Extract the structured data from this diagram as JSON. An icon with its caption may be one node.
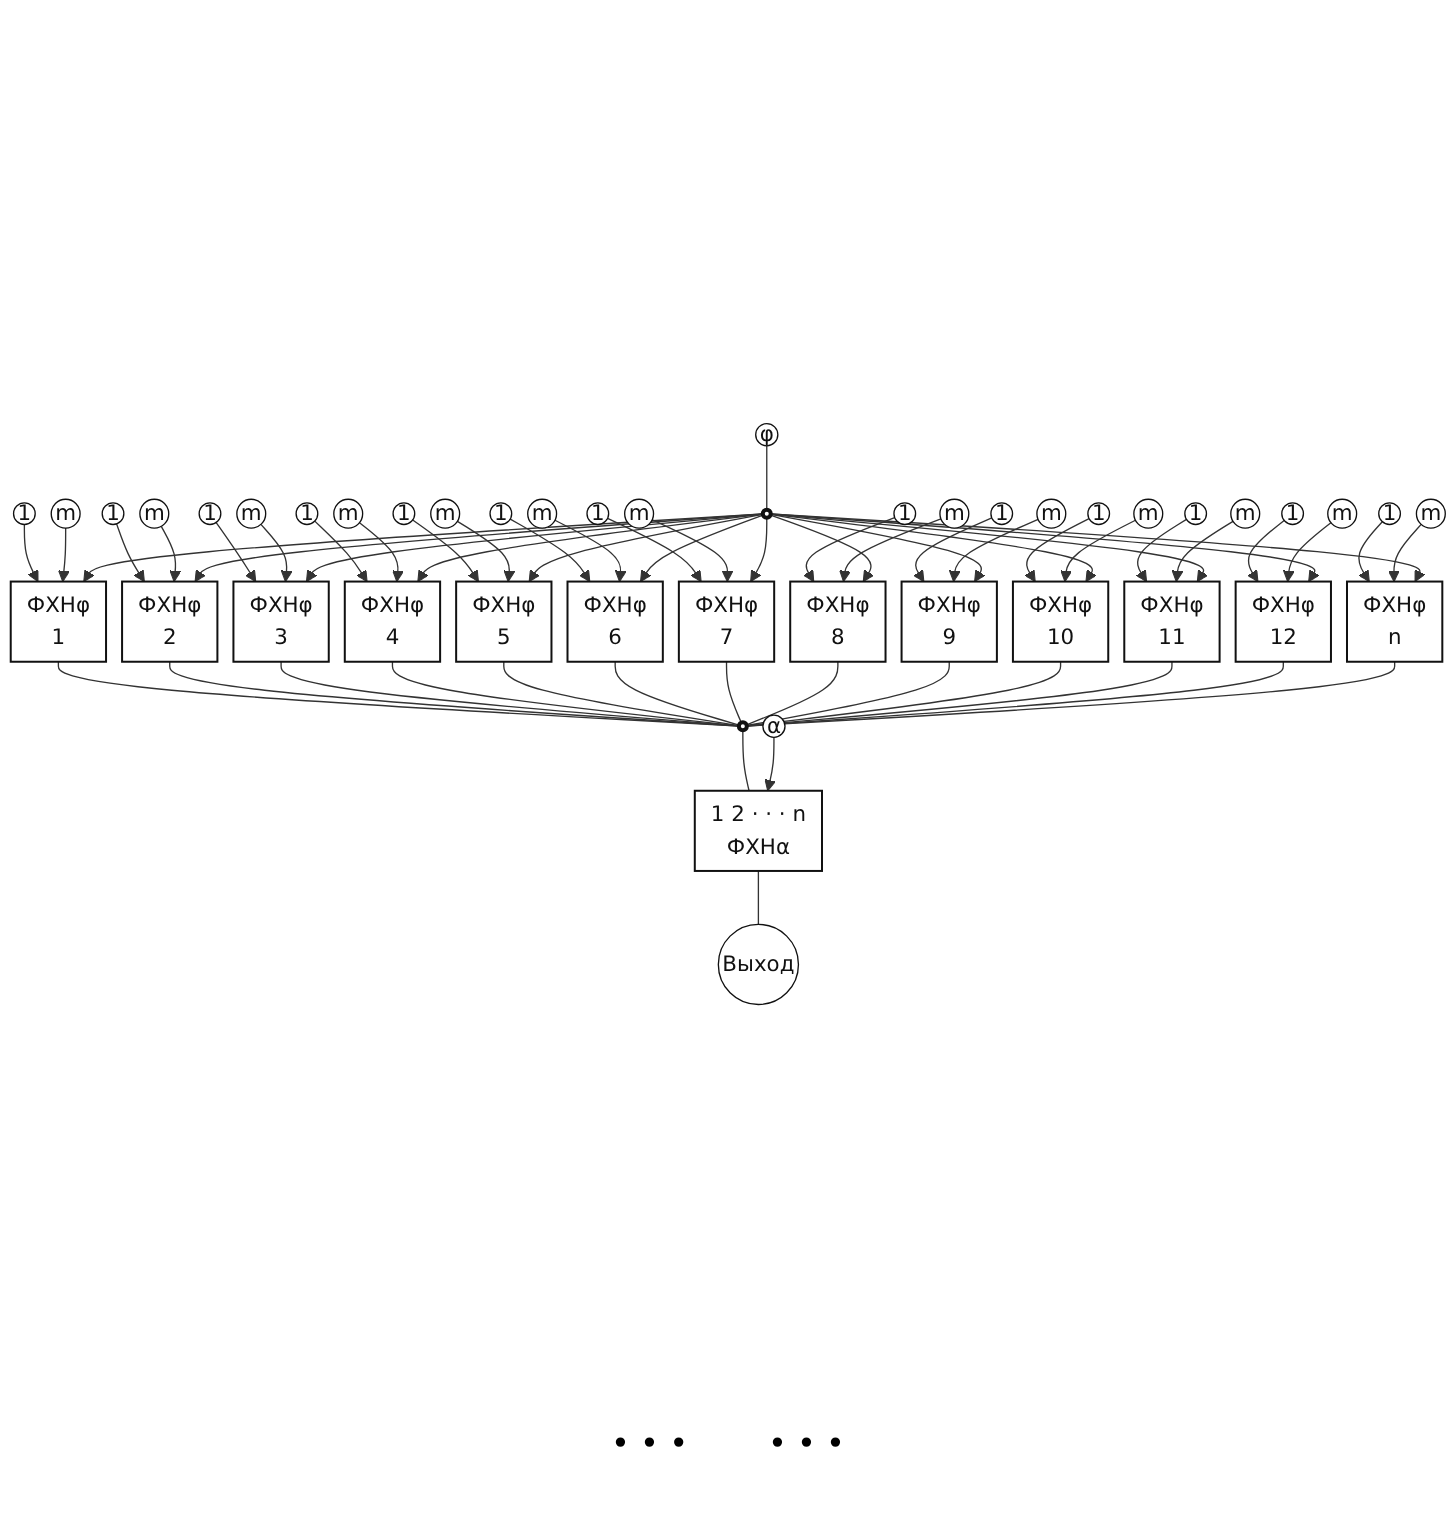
{
  "diagram": {
    "nodes": [
      {
        "text": [],
        "shape": "circle"
      },
      {
        "text": [],
        "shape": "circle"
      },
      {
        "text": [
          "1 2 · · · n",
          "ФХНα"
        ]
      },
      {
        "text": [
          "α"
        ]
      },
      {
        "text": [
          "Выход"
        ]
      },
      {
        "text": [
          "φ"
        ]
      },
      {
        "text": [
          "ФХНφ",
          "1"
        ]
      },
      {
        "text": [
          "1"
        ]
      },
      {
        "text": [
          "m"
        ]
      },
      {
        "text": [
          "ФХНφ",
          "2"
        ]
      },
      {
        "text": [
          "1"
        ]
      },
      {
        "text": [
          "m"
        ]
      },
      {
        "text": [
          "ФХНφ",
          "3"
        ]
      },
      {
        "text": [
          "1"
        ]
      },
      {
        "text": [
          "m"
        ]
      },
      {
        "text": [
          "ФХНφ",
          "4"
        ]
      },
      {
        "text": [
          "1"
        ]
      },
      {
        "text": [
          "m"
        ]
      },
      {
        "text": [
          "ФХНφ",
          "5"
        ]
      },
      {
        "text": [
          "1"
        ]
      },
      {
        "text": [
          "m"
        ]
      },
      {
        "text": [
          "ФХНφ",
          "6"
        ]
      },
      {
        "text": [
          "1"
        ]
      },
      {
        "text": [
          "m"
        ]
      },
      {
        "text": [
          "ФХНφ",
          "7"
        ]
      },
      {
        "text": [
          "1"
        ]
      },
      {
        "text": [
          "m"
        ]
      },
      {
        "text": [
          "ФХНφ",
          "8"
        ]
      },
      {
        "text": [
          "1"
        ]
      },
      {
        "text": [
          "m"
        ]
      },
      {
        "text": [
          "ФХНφ",
          "9"
        ]
      },
      {
        "text": [
          "1"
        ]
      },
      {
        "text": [
          "m"
        ]
      },
      {
        "text": [
          "ФХНφ",
          "10"
        ]
      },
      {
        "text": [
          "1"
        ]
      },
      {
        "text": [
          "m"
        ]
      },
      {
        "text": [
          "ФХНφ",
          "11"
        ]
      },
      {
        "text": [
          "1"
        ]
      },
      {
        "text": [
          "m"
        ]
      },
      {
        "text": [
          "ФХНφ",
          "12"
        ]
      },
      {
        "text": [
          "1"
        ]
      },
      {
        "text": [
          "m"
        ]
      },
      {
        "text": [
          "ФХНφ",
          "n"
        ]
      },
      {
        "text": [
          "1"
        ]
      },
      {
        "text": [
          "m"
        ]
      }
    ],
    "edges": [
      {
        "from": 0,
        "to": 2,
        "arrow": "none"
      },
      {
        "from": 3,
        "to": 2,
        "arrow": "to"
      },
      {
        "from": 2,
        "to": 4,
        "arrow": "none"
      },
      {
        "from": 5,
        "to": 1,
        "arrow": "none"
      },
      {
        "from": 7,
        "to": 6,
        "arrow": "to"
      },
      {
        "from": 8,
        "to": 6,
        "arrow": "to"
      },
      {
        "from": 6,
        "to": 0,
        "arrow": "none"
      },
      {
        "from": 1,
        "to": 6,
        "arrow": "to"
      },
      {
        "from": 10,
        "to": 9,
        "arrow": "to"
      },
      {
        "from": 11,
        "to": 9,
        "arrow": "to"
      },
      {
        "from": 9,
        "to": 0,
        "arrow": "none"
      },
      {
        "from": 1,
        "to": 9,
        "arrow": "to"
      },
      {
        "from": 13,
        "to": 12,
        "arrow": "to"
      },
      {
        "from": 14,
        "to": 12,
        "arrow": "to"
      },
      {
        "from": 12,
        "to": 0,
        "arrow": "none"
      },
      {
        "from": 1,
        "to": 12,
        "arrow": "to"
      },
      {
        "from": 16,
        "to": 15,
        "arrow": "to"
      },
      {
        "from": 17,
        "to": 15,
        "arrow": "to"
      },
      {
        "from": 15,
        "to": 0,
        "arrow": "none"
      },
      {
        "from": 1,
        "to": 15,
        "arrow": "to"
      },
      {
        "from": 19,
        "to": 18,
        "arrow": "to"
      },
      {
        "from": 20,
        "to": 18,
        "arrow": "to"
      },
      {
        "from": 18,
        "to": 0,
        "arrow": "none"
      },
      {
        "from": 1,
        "to": 18,
        "arrow": "to"
      },
      {
        "from": 22,
        "to": 21,
        "arrow": "to"
      },
      {
        "from": 23,
        "to": 21,
        "arrow": "to"
      },
      {
        "from": 21,
        "to": 0,
        "arrow": "none"
      },
      {
        "from": 1,
        "to": 21,
        "arrow": "to"
      },
      {
        "from": 25,
        "to": 24,
        "arrow": "to"
      },
      {
        "from": 26,
        "to": 24,
        "arrow": "to"
      },
      {
        "from": 24,
        "to": 0,
        "arrow": "none"
      },
      {
        "from": 1,
        "to": 24,
        "arrow": "to"
      },
      {
        "from": 28,
        "to": 27,
        "arrow": "to"
      },
      {
        "from": 29,
        "to": 27,
        "arrow": "to"
      },
      {
        "from": 27,
        "to": 0,
        "arrow": "none"
      },
      {
        "from": 1,
        "to": 27,
        "arrow": "to"
      },
      {
        "from": 31,
        "to": 30,
        "arrow": "to"
      },
      {
        "from": 32,
        "to": 30,
        "arrow": "to"
      },
      {
        "from": 30,
        "to": 0,
        "arrow": "none"
      },
      {
        "from": 1,
        "to": 30,
        "arrow": "to"
      },
      {
        "from": 34,
        "to": 33,
        "arrow": "to"
      },
      {
        "from": 35,
        "to": 33,
        "arrow": "to"
      },
      {
        "from": 33,
        "to": 0,
        "arrow": "none"
      },
      {
        "from": 1,
        "to": 33,
        "arrow": "to"
      },
      {
        "from": 37,
        "to": 36,
        "arrow": "to"
      },
      {
        "from": 38,
        "to": 36,
        "arrow": "to"
      },
      {
        "from": 36,
        "to": 0,
        "arrow": "none"
      },
      {
        "from": 1,
        "to": 36,
        "arrow": "to"
      },
      {
        "from": 40,
        "to": 39,
        "arrow": "to"
      },
      {
        "from": 41,
        "to": 39,
        "arrow": "to"
      },
      {
        "from": 39,
        "to": 0,
        "arrow": "none"
      },
      {
        "from": 1,
        "to": 39,
        "arrow": "to"
      },
      {
        "from": 43,
        "to": 42,
        "arrow": "to"
      },
      {
        "from": 44,
        "to": 42,
        "arrow": "to"
      },
      {
        "from": 42,
        "to": 0,
        "arrow": "none"
      },
      {
        "from": 1,
        "to": 42,
        "arrow": "to"
      }
    ],
    "labels": [
      "• • •",
      "• • •"
    ]
  }
}
